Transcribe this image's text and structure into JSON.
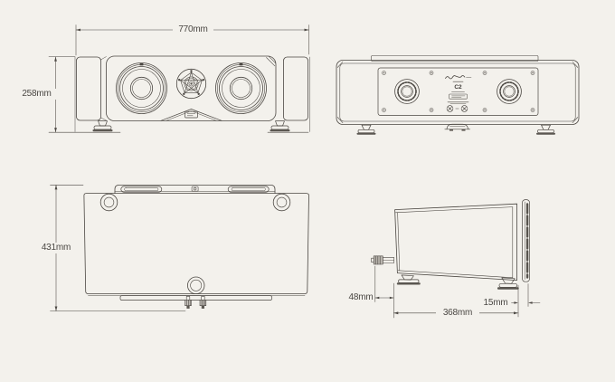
{
  "canvas": {
    "background": "#f3f1ec",
    "line_color": "#4b4742"
  },
  "views": {
    "front": {
      "id": "front-view",
      "dimensions": {
        "width": "770mm",
        "height": "258mm"
      }
    },
    "rear": {
      "id": "rear-view",
      "nameplate": {
        "model": "C2"
      }
    },
    "top": {
      "id": "top-view",
      "dimensions": {
        "depth": "431mm"
      }
    },
    "side": {
      "id": "side-view",
      "dimensions": {
        "terminal_depth": "48mm",
        "cabinet_depth": "368mm",
        "grille_gap": "15mm"
      }
    }
  }
}
